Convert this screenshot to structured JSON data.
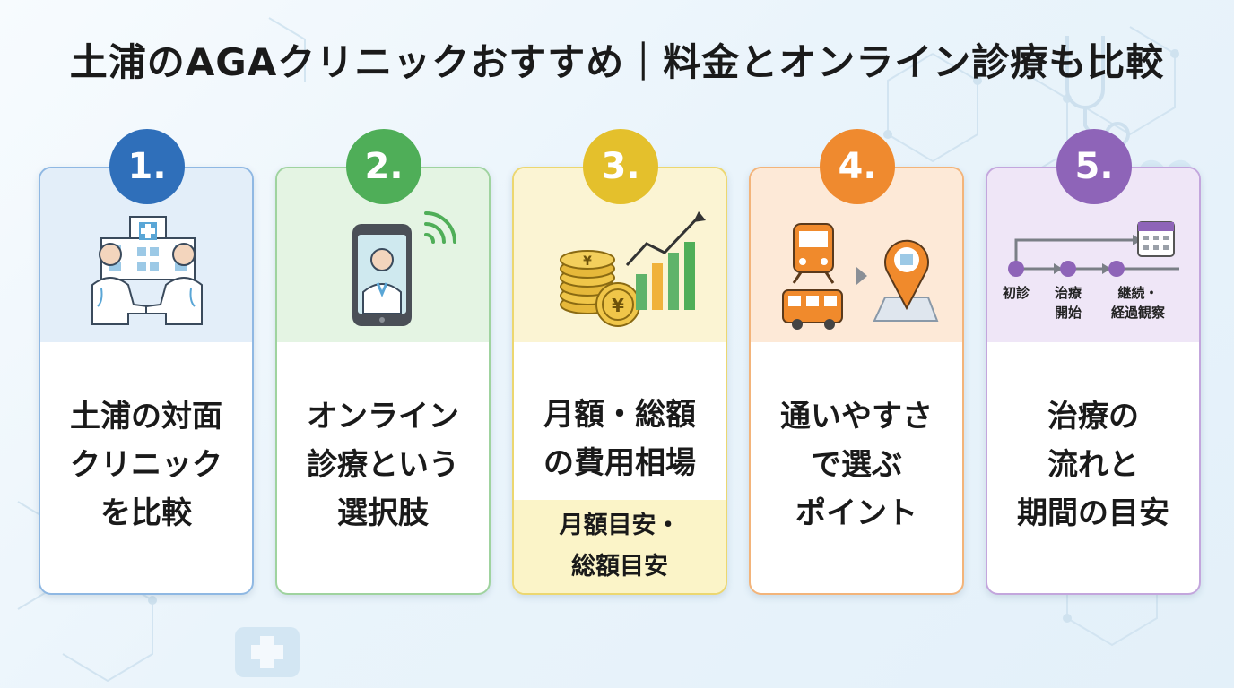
{
  "title": "土浦のAGAクリニックおすすめ｜料金とオンライン診療も比較",
  "cards": [
    {
      "number": "1.",
      "lines": [
        "土浦の対面",
        "クリニック",
        "を比較"
      ],
      "color": "#2f6fba",
      "icon": "clinic-doctors-icon"
    },
    {
      "number": "2.",
      "lines": [
        "オンライン",
        "診療という",
        "選択肢"
      ],
      "color": "#4fae58",
      "icon": "smartphone-doctor-icon"
    },
    {
      "number": "3.",
      "lines": [
        "月額・総額",
        "の費用相場"
      ],
      "note": [
        "月額目安・",
        "総額目安"
      ],
      "color": "#e4c02c",
      "icon": "yen-coins-chart-icon"
    },
    {
      "number": "4.",
      "lines": [
        "通いやすさ",
        "で選ぶ",
        "ポイント"
      ],
      "color": "#ef8a2f",
      "icon": "train-bus-map-pin-icon"
    },
    {
      "number": "5.",
      "lines": [
        "治療の",
        "流れと",
        "期間の目安"
      ],
      "color": "#8e64b8",
      "icon": "treatment-timeline-icon",
      "flow": {
        "step1": "初診",
        "step2a": "治療",
        "step2b": "開始",
        "step3a": "継続・",
        "step3b": "経過観察"
      }
    }
  ]
}
